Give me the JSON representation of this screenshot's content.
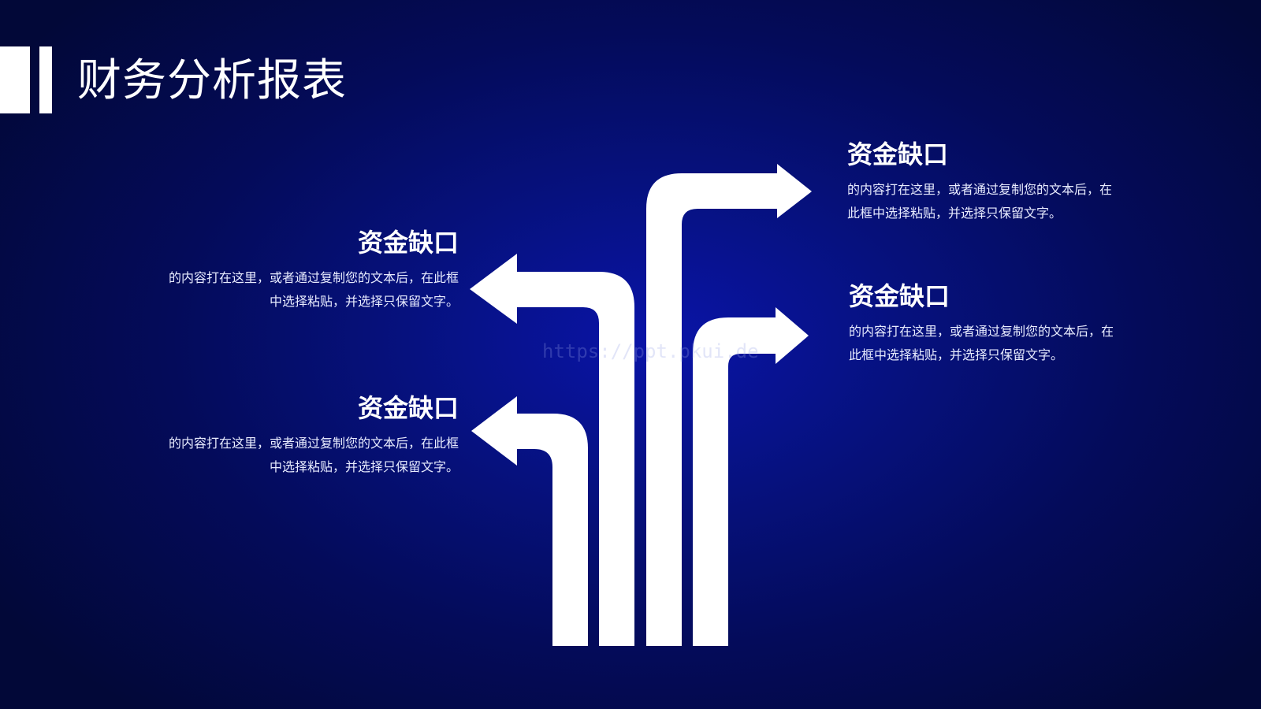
{
  "page": {
    "title": "财务分析报表"
  },
  "blocks": {
    "left_top": {
      "heading": "资金缺口",
      "line1": "的内容打在这里，或者通过复制您的文本后，在此框",
      "line2": "中选择粘贴，并选择只保留文字。"
    },
    "left_bottom": {
      "heading": "资金缺口",
      "line1": "的内容打在这里，或者通过复制您的文本后，在此框",
      "line2": "中选择粘贴，并选择只保留文字。"
    },
    "right_top": {
      "heading": "资金缺口",
      "line1": "的内容打在这里，或者通过复制您的文本后，在",
      "line2": "此框中选择粘贴，并选择只保留文字。"
    },
    "right_bottom": {
      "heading": "资金缺口",
      "line1": "的内容打在这里，或者通过复制您的文本后，在",
      "line2": "此框中选择粘贴，并选择只保留文字。"
    }
  },
  "watermark": "https://ppt.pkui.de",
  "colors": {
    "background": "#06117e",
    "foreground": "#ffffff"
  },
  "icons": {
    "arrows": [
      "arrow-left-icon",
      "arrow-left-icon",
      "arrow-right-icon",
      "arrow-right-icon"
    ]
  }
}
